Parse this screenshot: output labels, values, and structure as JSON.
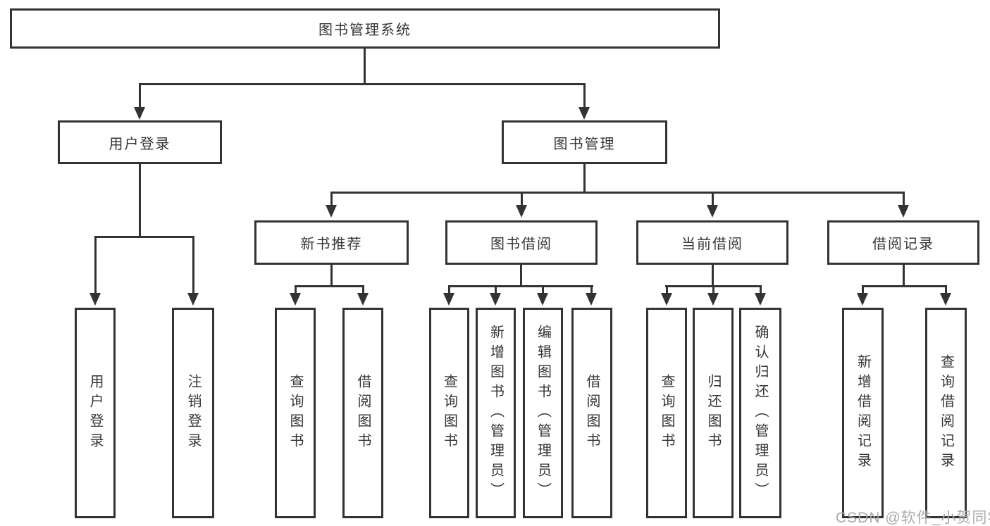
{
  "diagram": {
    "root": {
      "label": "图书管理系统"
    },
    "branches": [
      {
        "label": "用户登录",
        "leaves": [
          {
            "label": "用户登录"
          },
          {
            "label": "注销登录"
          }
        ]
      },
      {
        "label": "图书管理",
        "groups": [
          {
            "label": "新书推荐",
            "leaves": [
              {
                "label": "查询图书"
              },
              {
                "label": "借阅图书"
              }
            ]
          },
          {
            "label": "图书借阅",
            "leaves": [
              {
                "label": "查询图书"
              },
              {
                "label": "新增图书（管理员）"
              },
              {
                "label": "编辑图书（管理员）"
              },
              {
                "label": "借阅图书"
              }
            ]
          },
          {
            "label": "当前借阅",
            "leaves": [
              {
                "label": "查询图书"
              },
              {
                "label": "归还图书"
              },
              {
                "label": "确认归还（管理员）"
              }
            ]
          },
          {
            "label": "借阅记录",
            "leaves": [
              {
                "label": "新增借阅记录"
              },
              {
                "label": "查询借阅记录"
              }
            ]
          }
        ]
      }
    ]
  },
  "watermark": {
    "text": "CSDN @软件_小贺同学"
  },
  "colors": {
    "line": "#333333",
    "text": "#363636",
    "background": "#ffffff",
    "watermark": "#ababab"
  }
}
